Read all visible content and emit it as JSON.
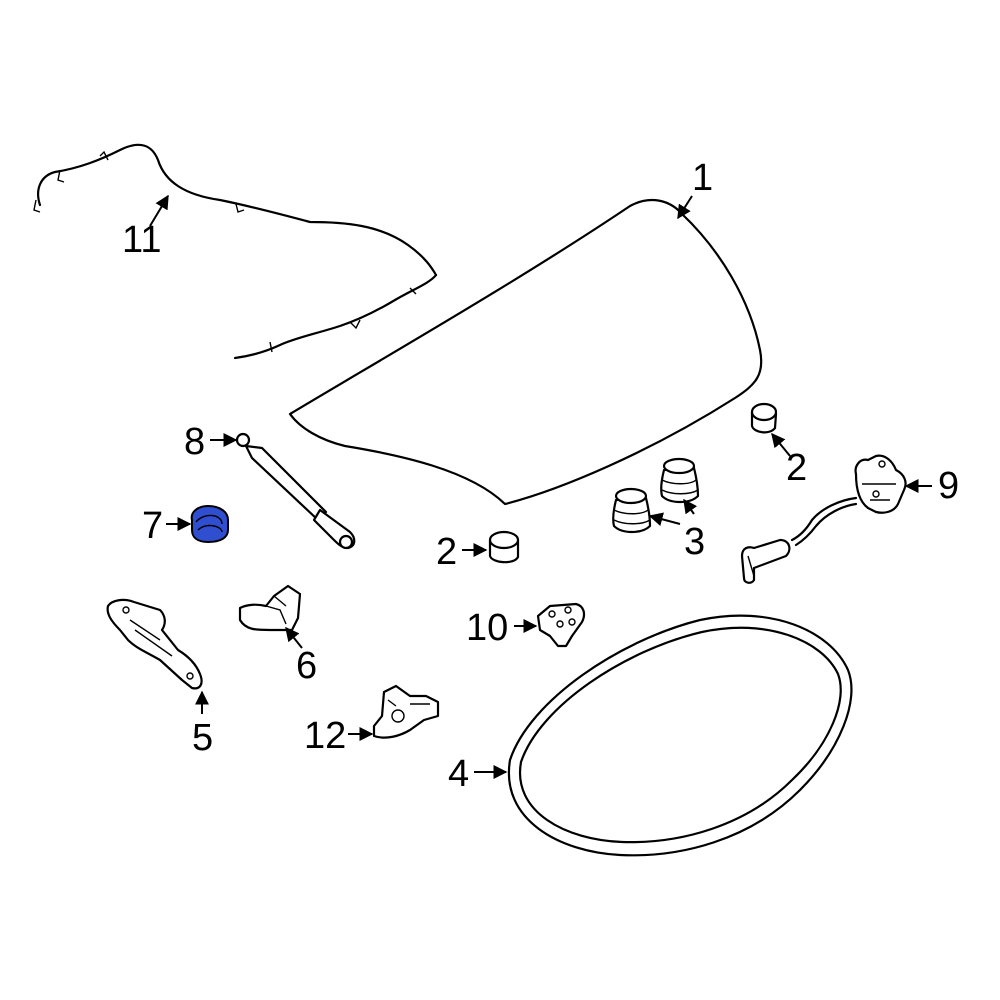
{
  "diagram": {
    "highlight_color": "#2f4fd0",
    "callouts": {
      "c1": "1",
      "c2a": "2",
      "c2b": "2",
      "c3": "3",
      "c4": "4",
      "c5": "5",
      "c6": "6",
      "c7": "7",
      "c8": "8",
      "c9": "9",
      "c10": "10",
      "c11": "11",
      "c12": "12"
    }
  }
}
